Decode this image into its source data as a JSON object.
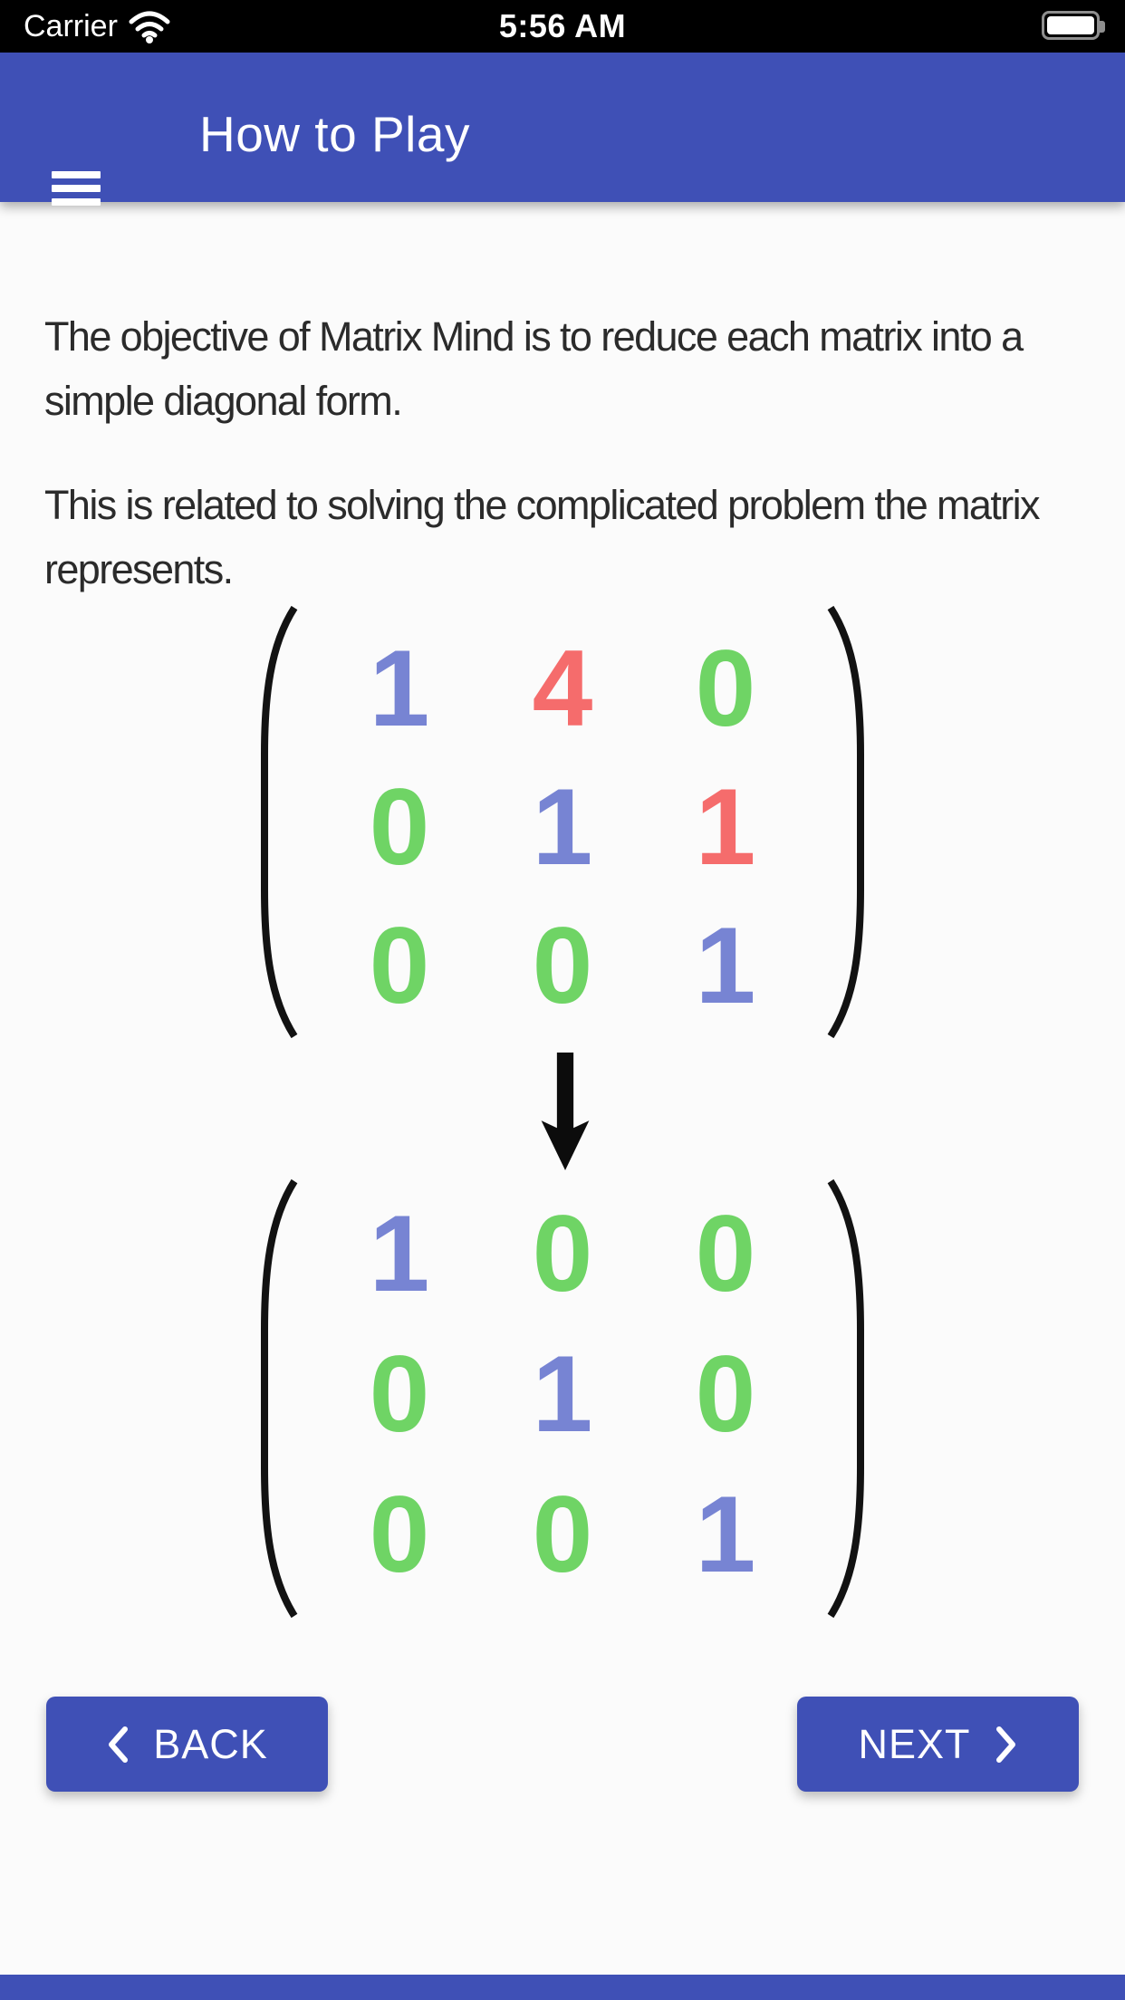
{
  "status_bar": {
    "carrier": "Carrier",
    "time": "5:56 AM",
    "wifi_icon": "wifi-icon",
    "battery_icon": "battery-full-icon"
  },
  "header": {
    "title": "How to Play",
    "menu_icon": "hamburger-menu-icon",
    "bg_color": "#3f50b6"
  },
  "content": {
    "p1_lines": [
      "The objective of Matrix Mind is to reduce each matrix into a",
      "simple diagonal form."
    ],
    "p2_lines": [
      "This is related to solving the complicated problem the matrix",
      "represents."
    ],
    "p1_text": "The objective of Matrix Mind is to reduce each matrix into a simple diagonal form.",
    "p2_text": "This is related to solving the complicated problem the matrix represents."
  },
  "digit_colors": {
    "blue": "#7784d3",
    "red": "#f56c6c",
    "green": "#6fd465"
  },
  "matrices": [
    {
      "name": "matrix-original",
      "cells": [
        {
          "v": "1",
          "c": "blue"
        },
        {
          "v": "4",
          "c": "red"
        },
        {
          "v": "0",
          "c": "green"
        },
        {
          "v": "0",
          "c": "green"
        },
        {
          "v": "1",
          "c": "blue"
        },
        {
          "v": "1",
          "c": "red"
        },
        {
          "v": "0",
          "c": "green"
        },
        {
          "v": "0",
          "c": "green"
        },
        {
          "v": "1",
          "c": "blue"
        }
      ]
    },
    {
      "name": "matrix-reduced",
      "cells": [
        {
          "v": "1",
          "c": "blue"
        },
        {
          "v": "0",
          "c": "green"
        },
        {
          "v": "0",
          "c": "green"
        },
        {
          "v": "0",
          "c": "green"
        },
        {
          "v": "1",
          "c": "blue"
        },
        {
          "v": "0",
          "c": "green"
        },
        {
          "v": "0",
          "c": "green"
        },
        {
          "v": "0",
          "c": "green"
        },
        {
          "v": "1",
          "c": "blue"
        }
      ]
    }
  ],
  "arrow": {
    "icon": "arrow-down-icon",
    "color": "#0c0c0c"
  },
  "buttons": {
    "back_label": "BACK",
    "next_label": "NEXT"
  },
  "accent_color": "#3f50b6"
}
